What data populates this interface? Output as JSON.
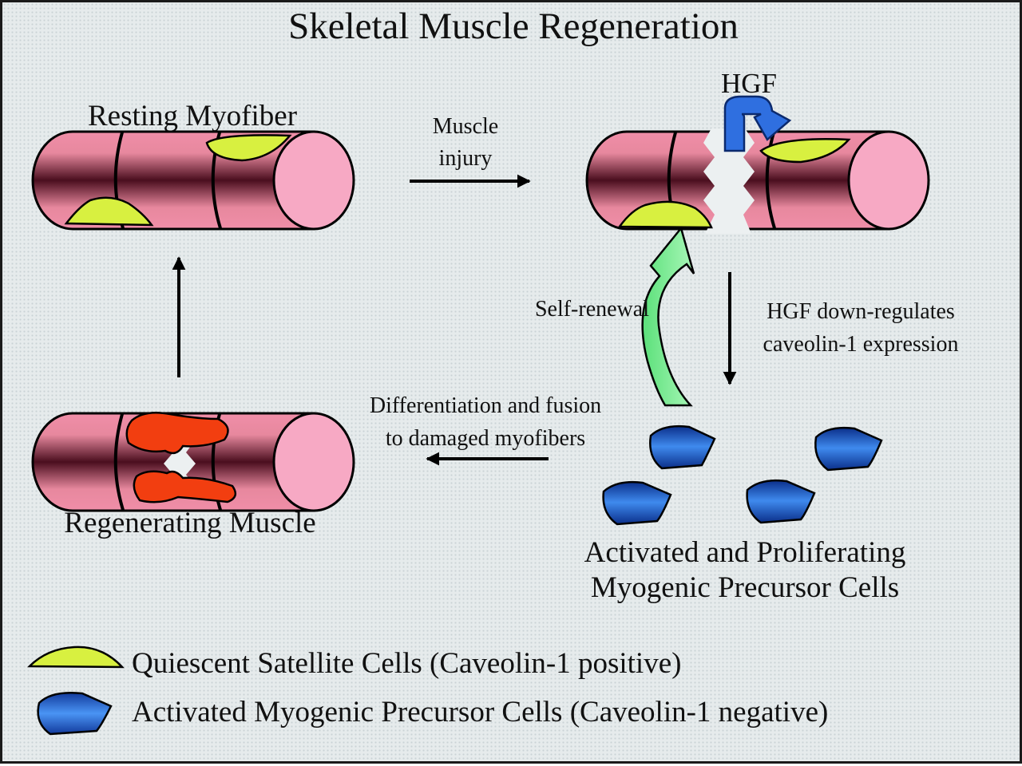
{
  "title": "Skeletal Muscle Regeneration",
  "labels": {
    "resting_myofiber": "Resting Myofiber",
    "muscle_injury": [
      "Muscle",
      "injury"
    ],
    "hgf": "HGF",
    "self_renewal": "Self-renewal",
    "hgf_downregulates": [
      "HGF down-regulates",
      "caveolin-1 expression"
    ],
    "differentiation": [
      "Differentiation and fusion",
      "to damaged myofibers"
    ],
    "regenerating_muscle": "Regenerating Muscle",
    "activated_proliferating": [
      "Activated and Proliferating",
      "Myogenic Precursor Cells"
    ]
  },
  "legend": {
    "quiescent": "Quiescent Satellite Cells (Caveolin-1 positive)",
    "activated": "Activated Myogenic Precursor Cells (Caveolin-1 negative)"
  },
  "colors": {
    "fiber_pink": "#e8829c",
    "fiber_dark": "#4a0e1e",
    "fiber_end": "#f7a9c4",
    "satellite_yellow": "#d8f040",
    "precursor_blue": "#2a64c8",
    "regen_red": "#f23e10",
    "hgf_arrow_blue": "#2f6fe0",
    "self_renew_green": "#66ee88"
  }
}
